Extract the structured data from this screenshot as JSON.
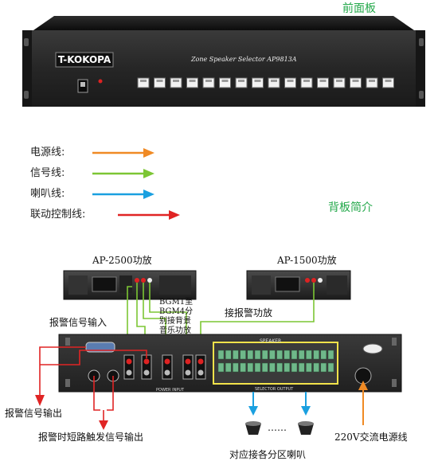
{
  "front": {
    "section_title": "前面板",
    "brand": "T-KOKOPA",
    "model_title": "Zone Speaker Selector AP9813A"
  },
  "legend": [
    {
      "label": "电源线:",
      "color": "#f08a24"
    },
    {
      "label": "信号线:",
      "color": "#7cc634"
    },
    {
      "label": "喇叭线:",
      "color": "#1aa0e0"
    },
    {
      "label": "联动控制线:",
      "color": "#e02424"
    }
  ],
  "back": {
    "section_title": "背板简介",
    "amp_left": "AP-2500功放",
    "amp_right": "AP-1500功放",
    "bgm_note_1": "BGM1至",
    "bgm_note_2": "BGM4分",
    "bgm_note_3": "别接背景",
    "bgm_note_4": "音乐功放",
    "alarm_amp": "接报警功放",
    "alarm_in": "报警信号输入",
    "alarm_out": "报警信号输出",
    "short_trigger": "报警时短路触发信号输出",
    "power_line": "220V交流电源线",
    "speakers": "对应接各分区喇叭",
    "dots": "……",
    "speaker_panel": "SPEAKER",
    "selector_output": "SELECTOR OUTPUT",
    "power_input": "POWER INPUT"
  }
}
